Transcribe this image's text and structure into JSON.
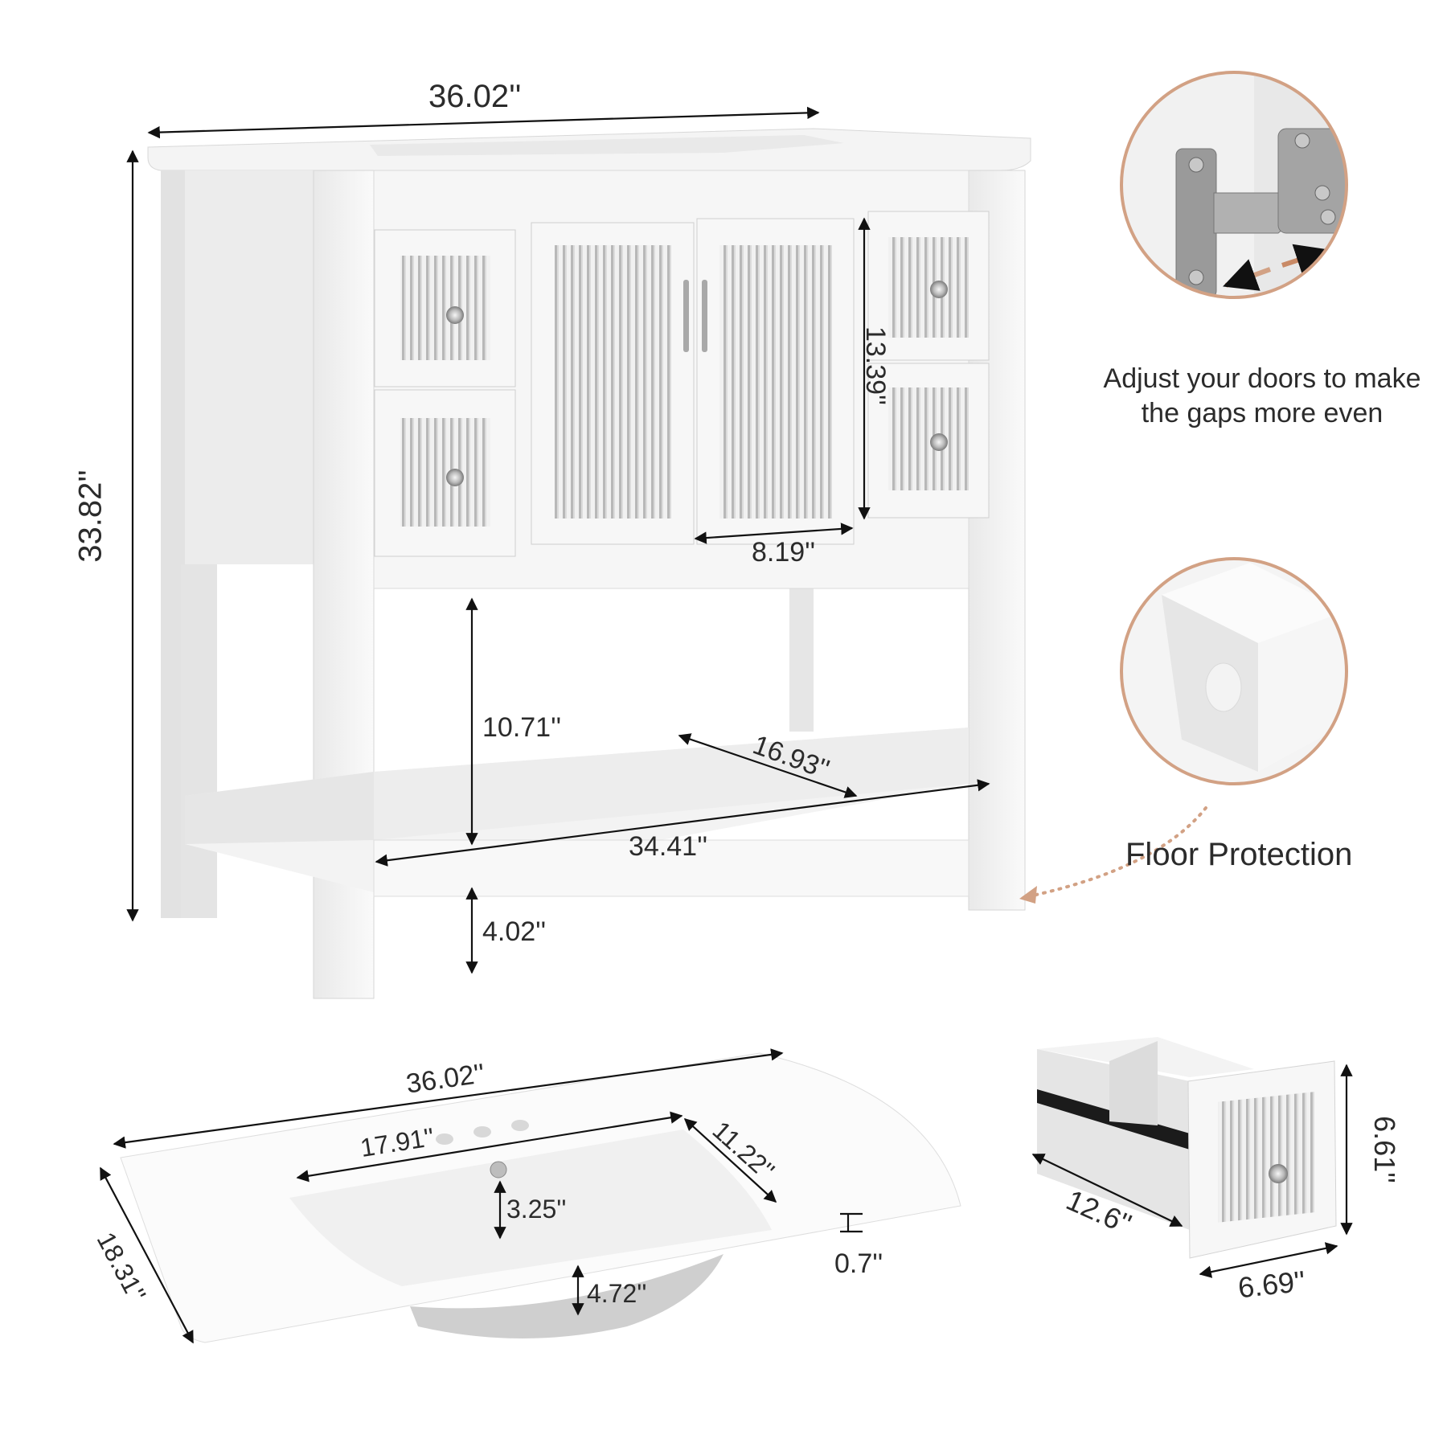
{
  "vanity": {
    "dimensions": {
      "overall_width": "36.02''",
      "overall_height": "33.82''",
      "door_height": "13.39''",
      "door_width": "8.19''",
      "shelf_clearance": "10.71''",
      "shelf_depth": "16.93''",
      "shelf_width": "34.41''",
      "leg_height": "4.02''"
    }
  },
  "callouts": {
    "hinge": {
      "icon": "hinge-adjust-icon",
      "caption_line1": "Adjust your doors to make",
      "caption_line2": "the gaps more even"
    },
    "floor": {
      "icon": "floor-protection-pad-icon",
      "caption": "Floor Protection"
    },
    "accent_color": "#d2a184"
  },
  "sink_top": {
    "dimensions": {
      "width": "36.02''",
      "basin_width": "17.91''",
      "basin_depth": "11.22''",
      "drain_offset": "3.25''",
      "depth": "18.31''",
      "top_thickness": "0.7''",
      "bowl_depth": "4.72''"
    }
  },
  "drawer": {
    "dimensions": {
      "depth": "12.6''",
      "width": "6.69''",
      "height": "6.61''"
    }
  }
}
